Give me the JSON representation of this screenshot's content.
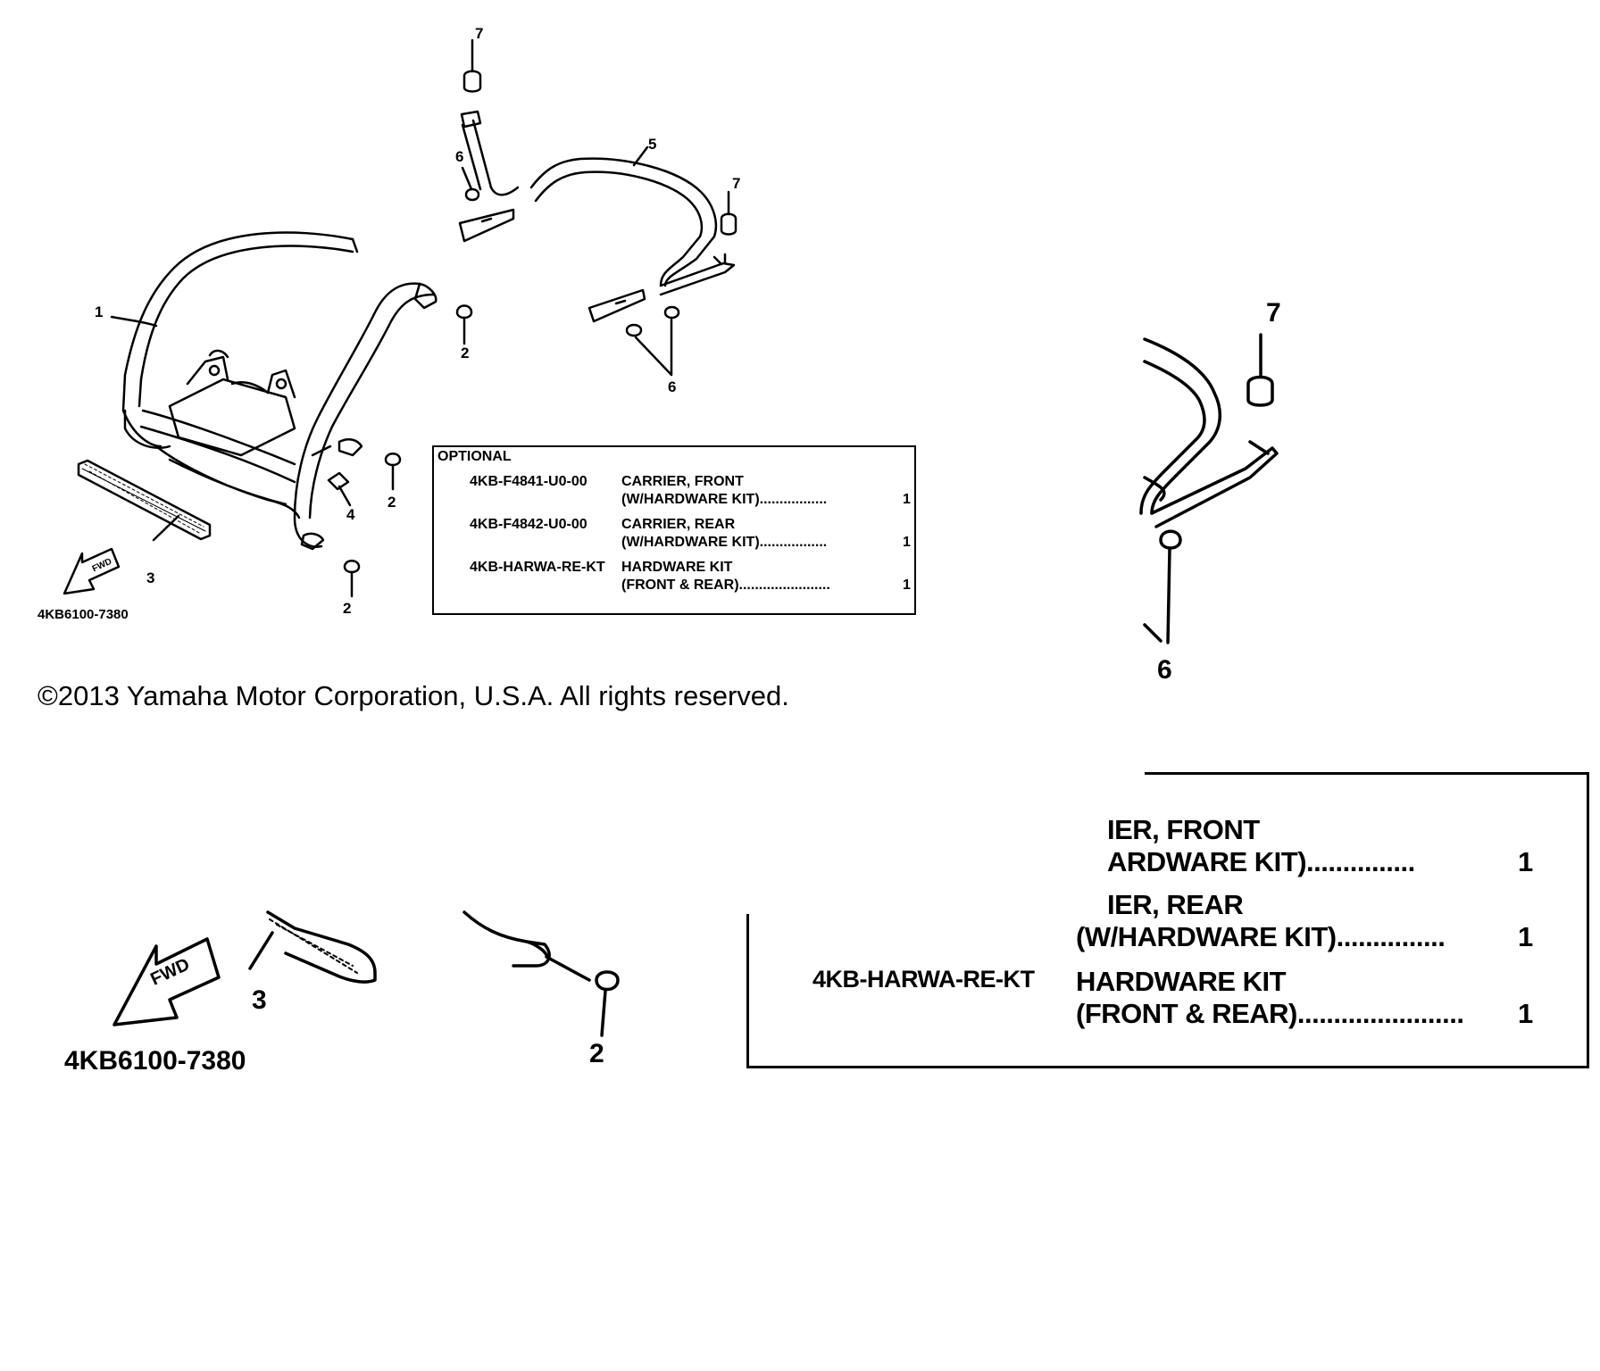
{
  "diagram": {
    "callouts": {
      "c1": "1",
      "c2a": "2",
      "c2b": "2",
      "c2c": "2",
      "c3": "3",
      "c4": "4",
      "c5": "5",
      "c6a": "6",
      "c6b": "6",
      "c7a": "7",
      "c7b": "7",
      "z7": "7",
      "z6": "6",
      "z3": "3",
      "z2": "2"
    },
    "diagram_code": "4KB6100-7380",
    "fwd_label": "FWD",
    "copyright": "©2013 Yamaha Motor Corporation, U.S.A. All rights reserved."
  },
  "optional_box": {
    "title": "OPTIONAL",
    "rows": [
      {
        "code": "4KB-F4841-U0-00",
        "desc1": "CARRIER, FRONT",
        "desc2": "(W/HARDWARE KIT).................",
        "qty": "1"
      },
      {
        "code": "4KB-F4842-U0-00",
        "desc1": "CARRIER, REAR",
        "desc2": "(W/HARDWARE KIT).................",
        "qty": "1"
      },
      {
        "code": "4KB-HARWA-RE-KT",
        "desc1": "HARDWARE KIT",
        "desc2": "(FRONT & REAR).......................",
        "qty": "1"
      }
    ]
  },
  "zoom_box": {
    "rows": [
      {
        "desc1": "IER, FRONT",
        "desc2": "ARDWARE KIT)...............",
        "qty": "1"
      },
      {
        "desc1": "IER, REAR",
        "desc2": "(W/HARDWARE KIT)...............",
        "qty": "1"
      },
      {
        "code": "4KB-HARWA-RE-KT",
        "desc1": "HARDWARE KIT",
        "desc2": "(FRONT & REAR).......................",
        "qty": "1"
      }
    ]
  }
}
